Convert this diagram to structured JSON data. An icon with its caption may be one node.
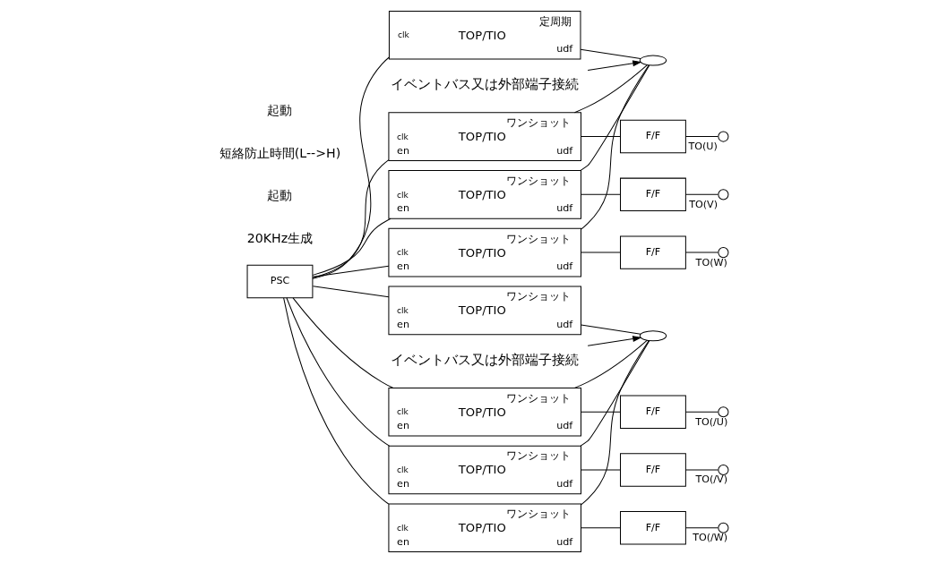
{
  "diagram": {
    "nodes": [
      {
        "text": [
          "PSC"
        ]
      },
      {
        "text": [
          "定周期",
          "clk",
          "TOP/TIO",
          "udf"
        ]
      },
      {
        "text": [
          "ワンショット",
          "clk",
          "TOP/TIO",
          "en",
          "udf"
        ]
      },
      {
        "text": [
          "ワンショット",
          "clk",
          "TOP/TIO",
          "en",
          "udf"
        ]
      },
      {
        "text": [
          "ワンショット",
          "clk",
          "TOP/TIO",
          "en",
          "udf"
        ]
      },
      {
        "text": [
          "ワンショット",
          "clk",
          "TOP/TIO",
          "en",
          "udf"
        ]
      },
      {
        "text": [
          "ワンショット",
          "clk",
          "TOP/TIO",
          "en",
          "udf"
        ]
      },
      {
        "text": [
          "ワンショット",
          "clk",
          "TOP/TIO",
          "en",
          "udf"
        ]
      },
      {
        "text": [
          "ワンショット",
          "clk",
          "TOP/TIO",
          "en",
          "udf"
        ]
      },
      {
        "text": [
          "F/F"
        ]
      },
      {
        "text": [
          "F/F"
        ]
      },
      {
        "text": [
          "F/F"
        ]
      },
      {
        "text": [
          "F/F"
        ]
      },
      {
        "text": [
          "F/F"
        ]
      },
      {
        "text": [
          "F/F"
        ]
      },
      {
        "text": [],
        "shape": "circle",
        "beside": [
          "TO(U)"
        ]
      },
      {
        "text": [],
        "shape": "circle",
        "beside": [
          "TO(V)"
        ]
      },
      {
        "text": [],
        "shape": "circle",
        "beside": [
          "TO(W)"
        ]
      },
      {
        "text": [],
        "shape": "circle",
        "beside": [
          "TO(/U)"
        ]
      },
      {
        "text": [],
        "shape": "circle",
        "beside": [
          "TO(/V)"
        ]
      },
      {
        "text": [],
        "shape": "circle",
        "beside": [
          "TO(/W)"
        ]
      },
      {
        "text": [],
        "shape": "ellipse"
      },
      {
        "text": [],
        "shape": "ellipse"
      },
      {
        "text": [
          "イベントバス又は外部端子接続"
        ]
      },
      {
        "text": [
          "イベントバス又は外部端子接続"
        ]
      }
    ],
    "edges": [
      {
        "from": 0,
        "to": 1,
        "arrow": "none"
      },
      {
        "from": 0,
        "to": 2,
        "arrow": "none"
      },
      {
        "from": 0,
        "to": 3,
        "arrow": "none"
      },
      {
        "from": 0,
        "to": 4,
        "arrow": "none"
      },
      {
        "from": 0,
        "to": 5,
        "arrow": "none"
      },
      {
        "from": 0,
        "to": 6,
        "arrow": "none"
      },
      {
        "from": 0,
        "to": 7,
        "arrow": "none"
      },
      {
        "from": 0,
        "to": 8,
        "arrow": "none"
      },
      {
        "from": 1,
        "to": 21,
        "arrow": "none"
      },
      {
        "from": 21,
        "to": 2,
        "arrow": "none"
      },
      {
        "from": 21,
        "to": 3,
        "arrow": "none"
      },
      {
        "from": 21,
        "to": 4,
        "arrow": "none"
      },
      {
        "from": 5,
        "to": 22,
        "arrow": "none"
      },
      {
        "from": 22,
        "to": 6,
        "arrow": "none"
      },
      {
        "from": 22,
        "to": 7,
        "arrow": "none"
      },
      {
        "from": 22,
        "to": 8,
        "arrow": "none"
      },
      {
        "from": 2,
        "to": 9,
        "arrow": "none"
      },
      {
        "from": 3,
        "to": 10,
        "arrow": "none"
      },
      {
        "from": 4,
        "to": 11,
        "arrow": "none"
      },
      {
        "from": 6,
        "to": 12,
        "arrow": "none"
      },
      {
        "from": 7,
        "to": 13,
        "arrow": "none"
      },
      {
        "from": 8,
        "to": 14,
        "arrow": "none"
      },
      {
        "from": 9,
        "to": 15,
        "arrow": "none"
      },
      {
        "from": 10,
        "to": 16,
        "arrow": "none"
      },
      {
        "from": 11,
        "to": 17,
        "arrow": "none"
      },
      {
        "from": 12,
        "to": 18,
        "arrow": "none"
      },
      {
        "from": 13,
        "to": 19,
        "arrow": "none"
      },
      {
        "from": 14,
        "to": 20,
        "arrow": "none"
      },
      {
        "from": 23,
        "to": 21,
        "arrow": "to"
      },
      {
        "from": 24,
        "to": 22,
        "arrow": "to"
      }
    ],
    "labels": [
      "20KHz生成",
      "起動",
      "短絡防止時間(L-->H)",
      "起動"
    ]
  }
}
